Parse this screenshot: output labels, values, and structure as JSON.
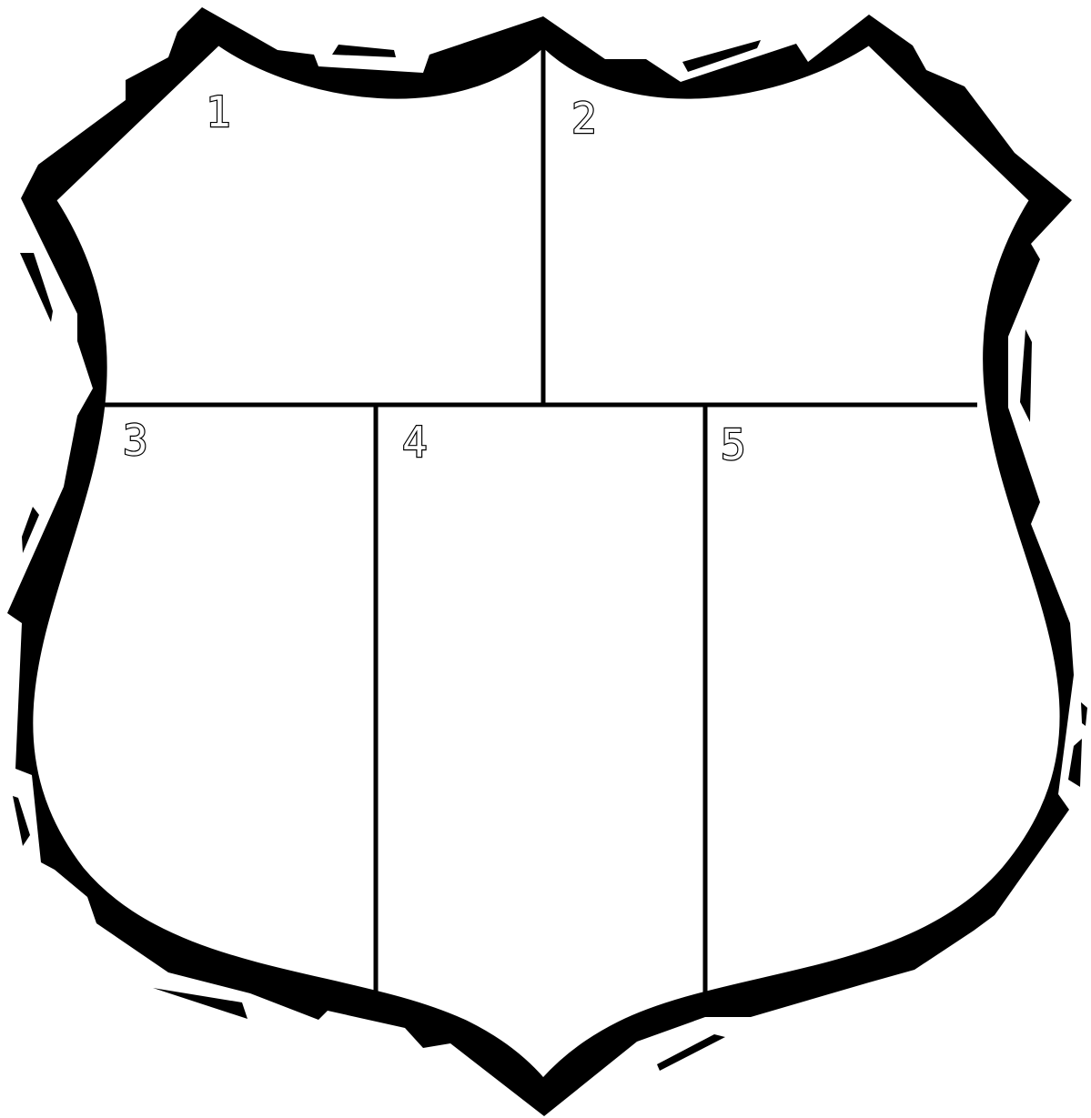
{
  "diagram": {
    "sections": [
      {
        "id": "section-1",
        "label": "1"
      },
      {
        "id": "section-2",
        "label": "2"
      },
      {
        "id": "section-3",
        "label": "3"
      },
      {
        "id": "section-4",
        "label": "4"
      },
      {
        "id": "section-5",
        "label": "5"
      }
    ],
    "colors": {
      "ink": "#000000",
      "paper": "#ffffff"
    }
  }
}
